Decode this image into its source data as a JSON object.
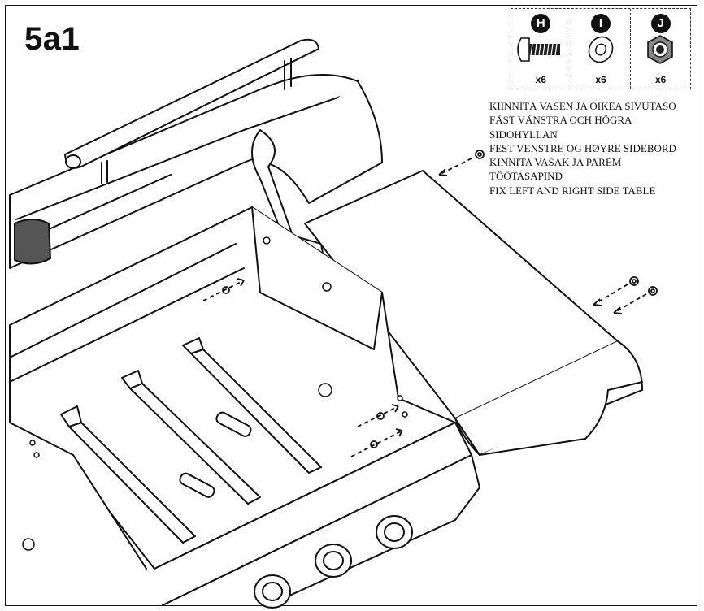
{
  "step_label": "5a1",
  "parts": [
    {
      "letter": "H",
      "name": "screw",
      "quantity": "x6",
      "icon": "bolt-icon"
    },
    {
      "letter": "I",
      "name": "washer",
      "quantity": "x6",
      "icon": "washer-icon"
    },
    {
      "letter": "J",
      "name": "nut",
      "quantity": "x6",
      "icon": "nut-icon"
    }
  ],
  "instructions": [
    "KIINNITÄ VASEN JA OIKEA SIVUTASO",
    "FÄST VÄNSTRA OCH HÖGRA",
    "SIDOHYLLAN",
    "FEST VENSTRE OG HØYRE SIDEBORD",
    "KINNITA VASAK JA PAREM",
    "TÖÖTASAPIND",
    "FIX LEFT AND RIGHT SIDE TABLE"
  ]
}
